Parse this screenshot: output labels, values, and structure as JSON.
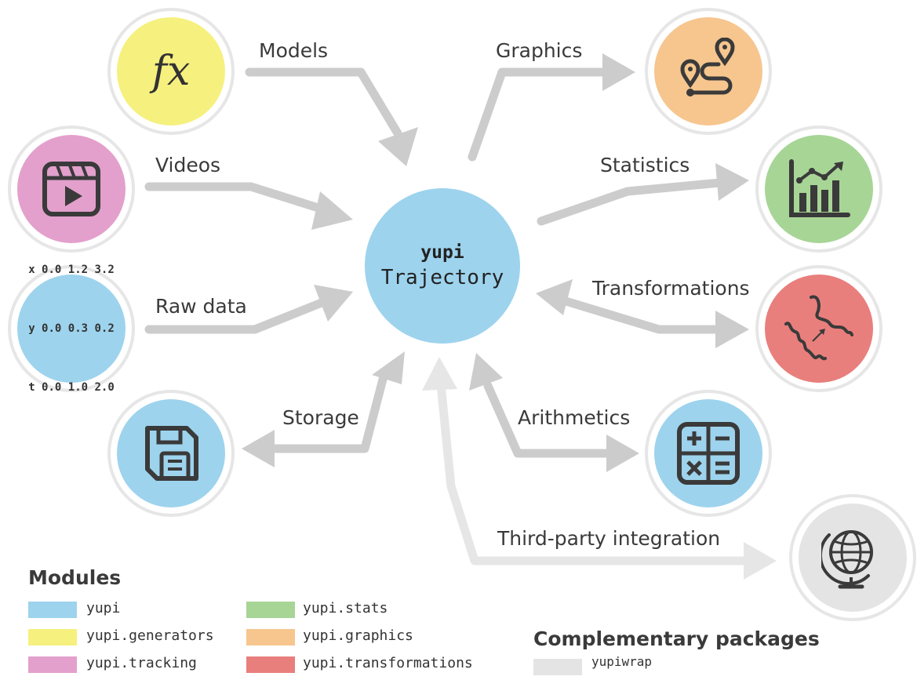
{
  "center": {
    "line1": "yupi",
    "line2": "Trajectory"
  },
  "colors": {
    "yupi": "#9dd3ed",
    "generators": "#f6f07f",
    "tracking": "#e3a0cc",
    "stats": "#a7d596",
    "graphics": "#f6c68e",
    "transformations": "#e87f7c",
    "wrap": "#e4e4e4",
    "arrow": "#cccccc",
    "arrow_light": "#e6e6e6"
  },
  "icons": {
    "models": "function-fx-icon",
    "videos": "video-clapper-play-icon",
    "raw_data": "raw-data-table-icon",
    "storage": "floppy-disk-icon",
    "graphics": "route-pins-icon",
    "statistics": "bar-chart-trend-icon",
    "transformations": "trajectory-transform-icon",
    "arithmetics": "calculator-icon",
    "third_party": "globe-icon"
  },
  "fx_text": "fx",
  "raw_data_text": [
    "x 0.0 1.2 3.2",
    "y 0.0 0.3 0.2",
    "t 0.0 1.0 2.0"
  ],
  "labels": {
    "models": "Models",
    "videos": "Videos",
    "raw_data": "Raw data",
    "storage": "Storage",
    "graphics": "Graphics",
    "statistics": "Statistics",
    "transformations": "Transformations",
    "arithmetics": "Arithmetics",
    "third_party": "Third-party integration"
  },
  "legend": {
    "title": "Modules",
    "items": [
      {
        "label": "yupi",
        "color": "#9dd3ed"
      },
      {
        "label": "yupi.generators",
        "color": "#f6f07f"
      },
      {
        "label": "yupi.tracking",
        "color": "#e3a0cc"
      },
      {
        "label": "yupi.stats",
        "color": "#a7d596"
      },
      {
        "label": "yupi.graphics",
        "color": "#f6c68e"
      },
      {
        "label": "yupi.transformations",
        "color": "#e87f7c"
      }
    ],
    "complementary_title": "Complementary packages",
    "complementary_items": [
      {
        "label": "yupiwrap",
        "color": "#e4e4e4"
      }
    ]
  }
}
